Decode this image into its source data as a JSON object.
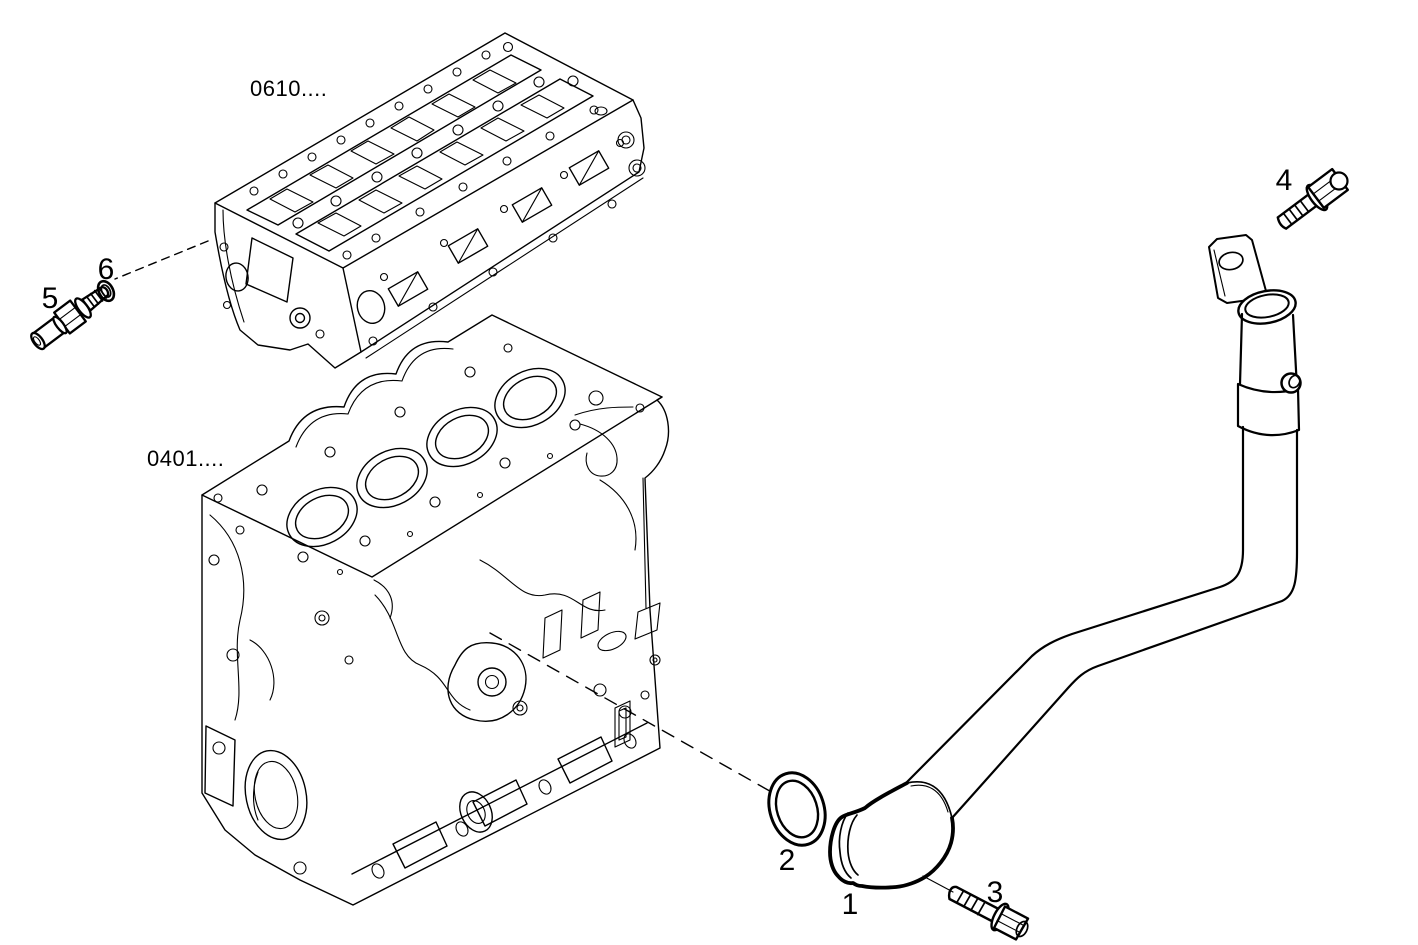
{
  "canvas": {
    "background": "#ffffff",
    "line_color": "#000000"
  },
  "labels": {
    "assembly_code_top": "0610....",
    "assembly_code_bottom": "0401....",
    "callouts": {
      "1": "1",
      "2": "2",
      "3": "3",
      "4": "4",
      "5": "5",
      "6": "6"
    }
  }
}
